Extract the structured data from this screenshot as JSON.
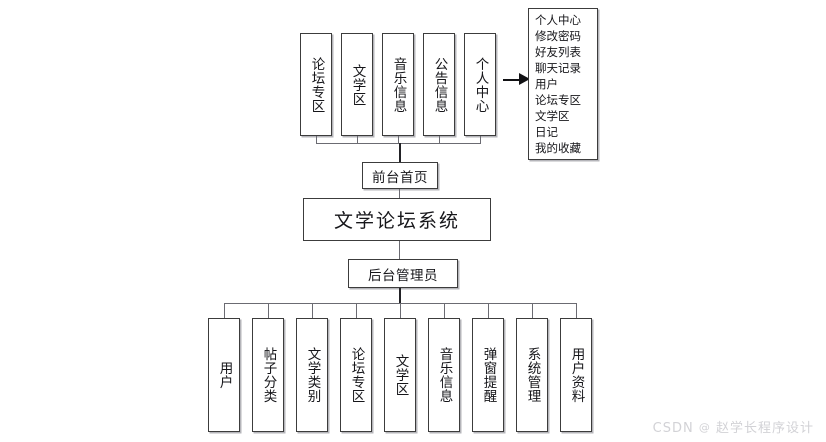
{
  "diagram": {
    "title": "文学论坛系统",
    "system_box": {
      "label": "文学论坛系统"
    },
    "frontend_box": {
      "label": "前台首页"
    },
    "admin_box": {
      "label": "后台管理员"
    },
    "frontend_modules": [
      {
        "label": "论坛专区"
      },
      {
        "label": "文学区"
      },
      {
        "label": "音乐信息"
      },
      {
        "label": "公告信息"
      },
      {
        "label": "个人中心"
      }
    ],
    "profile_panel": {
      "items": [
        "个人中心",
        "修改密码",
        "好友列表",
        "聊天记录",
        "用户",
        "论坛专区",
        "文学区",
        "日记",
        "我的收藏"
      ]
    },
    "admin_modules": [
      {
        "label": "用户"
      },
      {
        "label": "帖子分类"
      },
      {
        "label": "文学类别"
      },
      {
        "label": "论坛专区"
      },
      {
        "label": "文学区"
      },
      {
        "label": "音乐信息"
      },
      {
        "label": "弹窗提醒"
      },
      {
        "label": "系统管理"
      },
      {
        "label": "用户资料"
      }
    ]
  },
  "watermark": {
    "brand": "CSDN",
    "mark": "@",
    "author": "赵学长程序设计"
  },
  "colors": {
    "box_border": "#3c3c3c",
    "line": "#6b6b72",
    "line_thick": "#222226",
    "text": "#16161a",
    "watermark": "#d2d2d6",
    "background": "#ffffff"
  }
}
